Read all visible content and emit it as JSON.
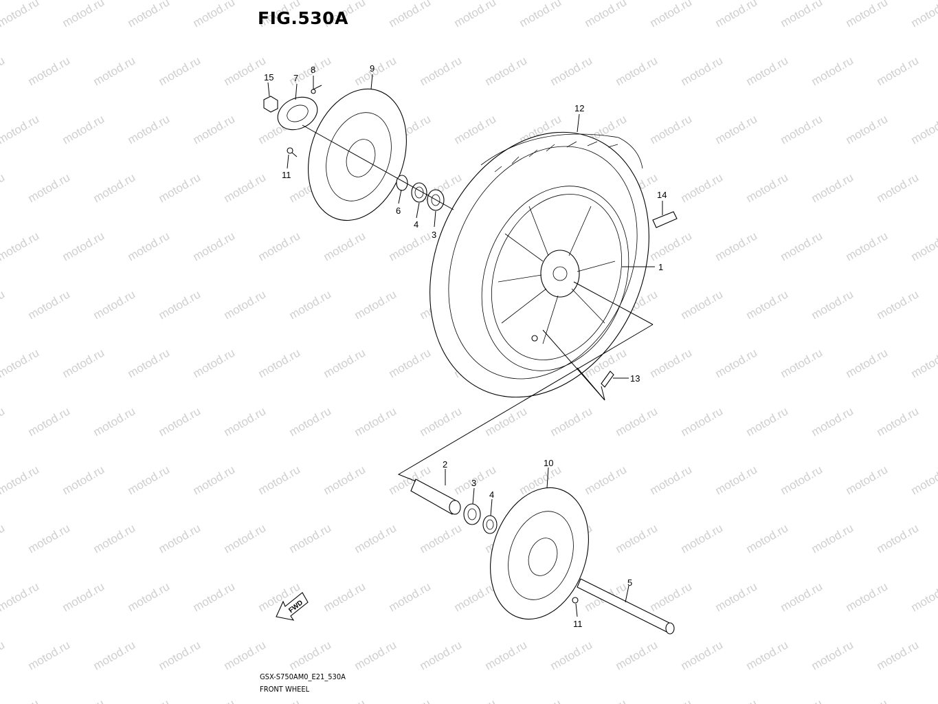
{
  "figure": {
    "title": "FIG.530A",
    "model_code": "GSX-S750AM0_E21_530A",
    "name": "FRONT WHEEL"
  },
  "watermark": "motod.ru",
  "fwd_label": "FWD",
  "callouts": [
    "15",
    "7",
    "8",
    "9",
    "11",
    "6",
    "4",
    "3",
    "12",
    "14",
    "1",
    "13",
    "2",
    "3",
    "4",
    "10",
    "5",
    "11"
  ],
  "colors": {
    "line": "#000000",
    "watermark": "#cfcfcf",
    "background": "#ffffff"
  }
}
